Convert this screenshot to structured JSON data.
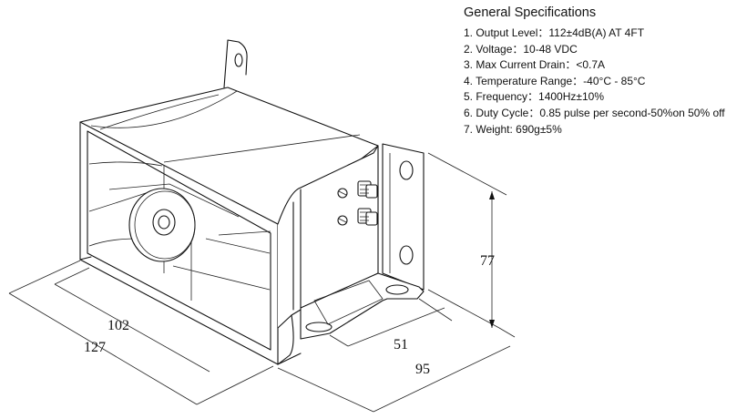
{
  "specifications": {
    "title": "General Specifications",
    "items": [
      "1. Output Level：112±4dB(A) AT 4FT",
      "2. Voltage：10-48 VDC",
      "3. Max Current Drain：<0.7A",
      "4. Temperature Range：-40°C - 85°C",
      "5. Frequency：1400Hz±10%",
      "6. Duty Cycle：0.85 pulse per second-50%on 50% off",
      "7. Weight: 690g±5%"
    ]
  },
  "dimensions": {
    "height": "77",
    "inner_width": "102",
    "outer_width": "127",
    "mount_depth": "51",
    "overall_depth": "95"
  }
}
